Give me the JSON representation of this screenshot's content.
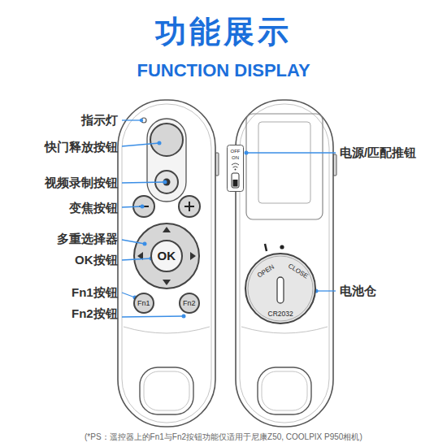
{
  "diagram": {
    "title": "功能展示",
    "caption": "(*PS：遥控器上的Fn1与Fn2按钮功能仅适用于尼康Z50, COOLPIX P950相机)",
    "nodes": [
      {
        "text": [
          "OK"
        ]
      },
      {
        "text": [
          "Fn1"
        ]
      },
      {
        "text": [
          "Fn2"
        ]
      },
      {
        "text": [
          "OFF",
          "ON"
        ]
      },
      {
        "text": [
          "OPEN",
          "CLOSE",
          "CR2032"
        ]
      }
    ],
    "labels": [
      "FUNCTION DISPLAY",
      "指示灯",
      "快门释放按钮",
      "视频录制按钮",
      "变焦按钮",
      "多重选择器",
      "OK按钮",
      "Fn1按钮",
      "Fn2按钮",
      "电源/匹配推钮",
      "电池仓"
    ]
  }
}
